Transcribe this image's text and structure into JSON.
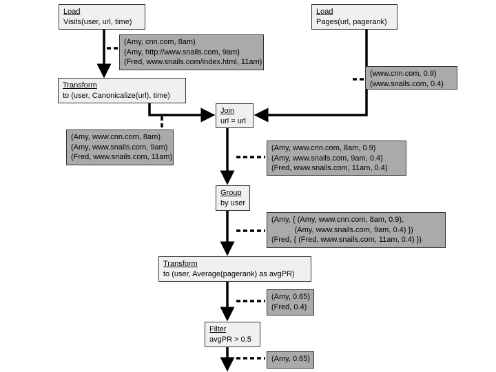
{
  "operators": {
    "load_visits": {
      "title": "Load",
      "detail": "Visits(user, url, time)"
    },
    "load_pages": {
      "title": "Load",
      "detail": "Pages(url, pagerank)"
    },
    "transform1": {
      "title": "Transform",
      "detail": "to (user, Canonicalize(url), time)"
    },
    "join": {
      "title": "Join",
      "detail": "url = url"
    },
    "group": {
      "title": "Group",
      "detail": "by user"
    },
    "transform2": {
      "title": "Transform",
      "detail": "to (user, Average(pagerank) as avgPR)"
    },
    "filter": {
      "title": "Filter",
      "detail": "avgPR > 0.5"
    }
  },
  "data": {
    "visits": [
      "(Amy, cnn.com, 8am)",
      "(Amy, http://www.snails.com, 9am)",
      "(Fred, www.snails.com/index.html, 11am)"
    ],
    "pages": [
      "(www.cnn.com, 0.9)",
      "(www.snails.com, 0.4)"
    ],
    "canonical": [
      "(Amy, www.cnn.com, 8am)",
      "(Amy, www.snails.com, 9am)",
      "(Fred, www.snails.com, 11am)"
    ],
    "joined": [
      "(Amy, www.cnn.com, 8am, 0.9)",
      "(Amy, www.snails.com, 9am, 0.4)",
      "(Fred, www.snails.com, 11am, 0.4)"
    ],
    "grouped": [
      "(Amy, { (Amy, www.cnn.com, 8am, 0.9),",
      "           (Amy, www.snails.com, 9am, 0.4) })",
      "(Fred, { (Fred, www.snails.com, 11am, 0.4) })"
    ],
    "averaged": [
      "(Amy, 0.65)",
      "(Fred, 0.4)"
    ],
    "filtered": [
      "(Amy, 0.65)"
    ]
  }
}
